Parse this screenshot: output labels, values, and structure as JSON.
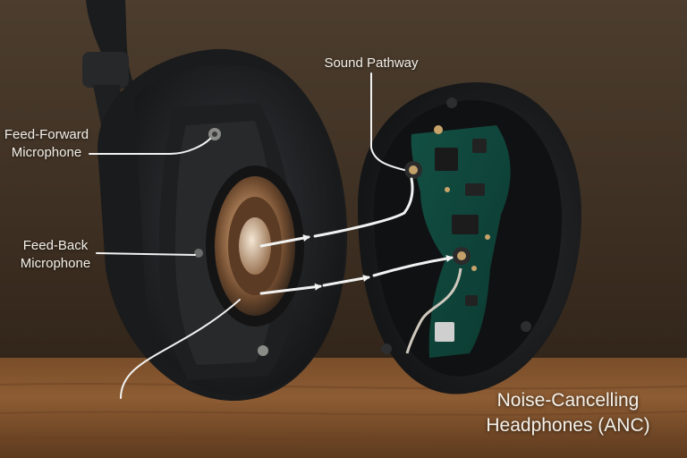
{
  "labels": {
    "feed_forward_line1": "Feed-Forward",
    "feed_forward_line2": "Microphone",
    "feed_back_line1": "Feed-Back",
    "feed_back_line2": "Microphone",
    "sound_pathway": "Sound Pathway"
  },
  "title": {
    "line1": "Noise-Cancelling",
    "line2": "Headphones (ANC)"
  },
  "colors": {
    "background_top": "#4a3a2a",
    "table_wood": "#8a5a30",
    "ear_cup_shell": "#1c1d1e",
    "cushion": "#242526",
    "pcb_green": "#0f4a3e",
    "driver_copper": "#a0704a",
    "annotation": "#f2f2f2"
  },
  "icons": {
    "headband": "headband-arm-shape",
    "ear_cup": "open-ear-cup",
    "driver": "speaker-driver",
    "circuit_board": "pcb-board",
    "microphone": "mic-port"
  }
}
